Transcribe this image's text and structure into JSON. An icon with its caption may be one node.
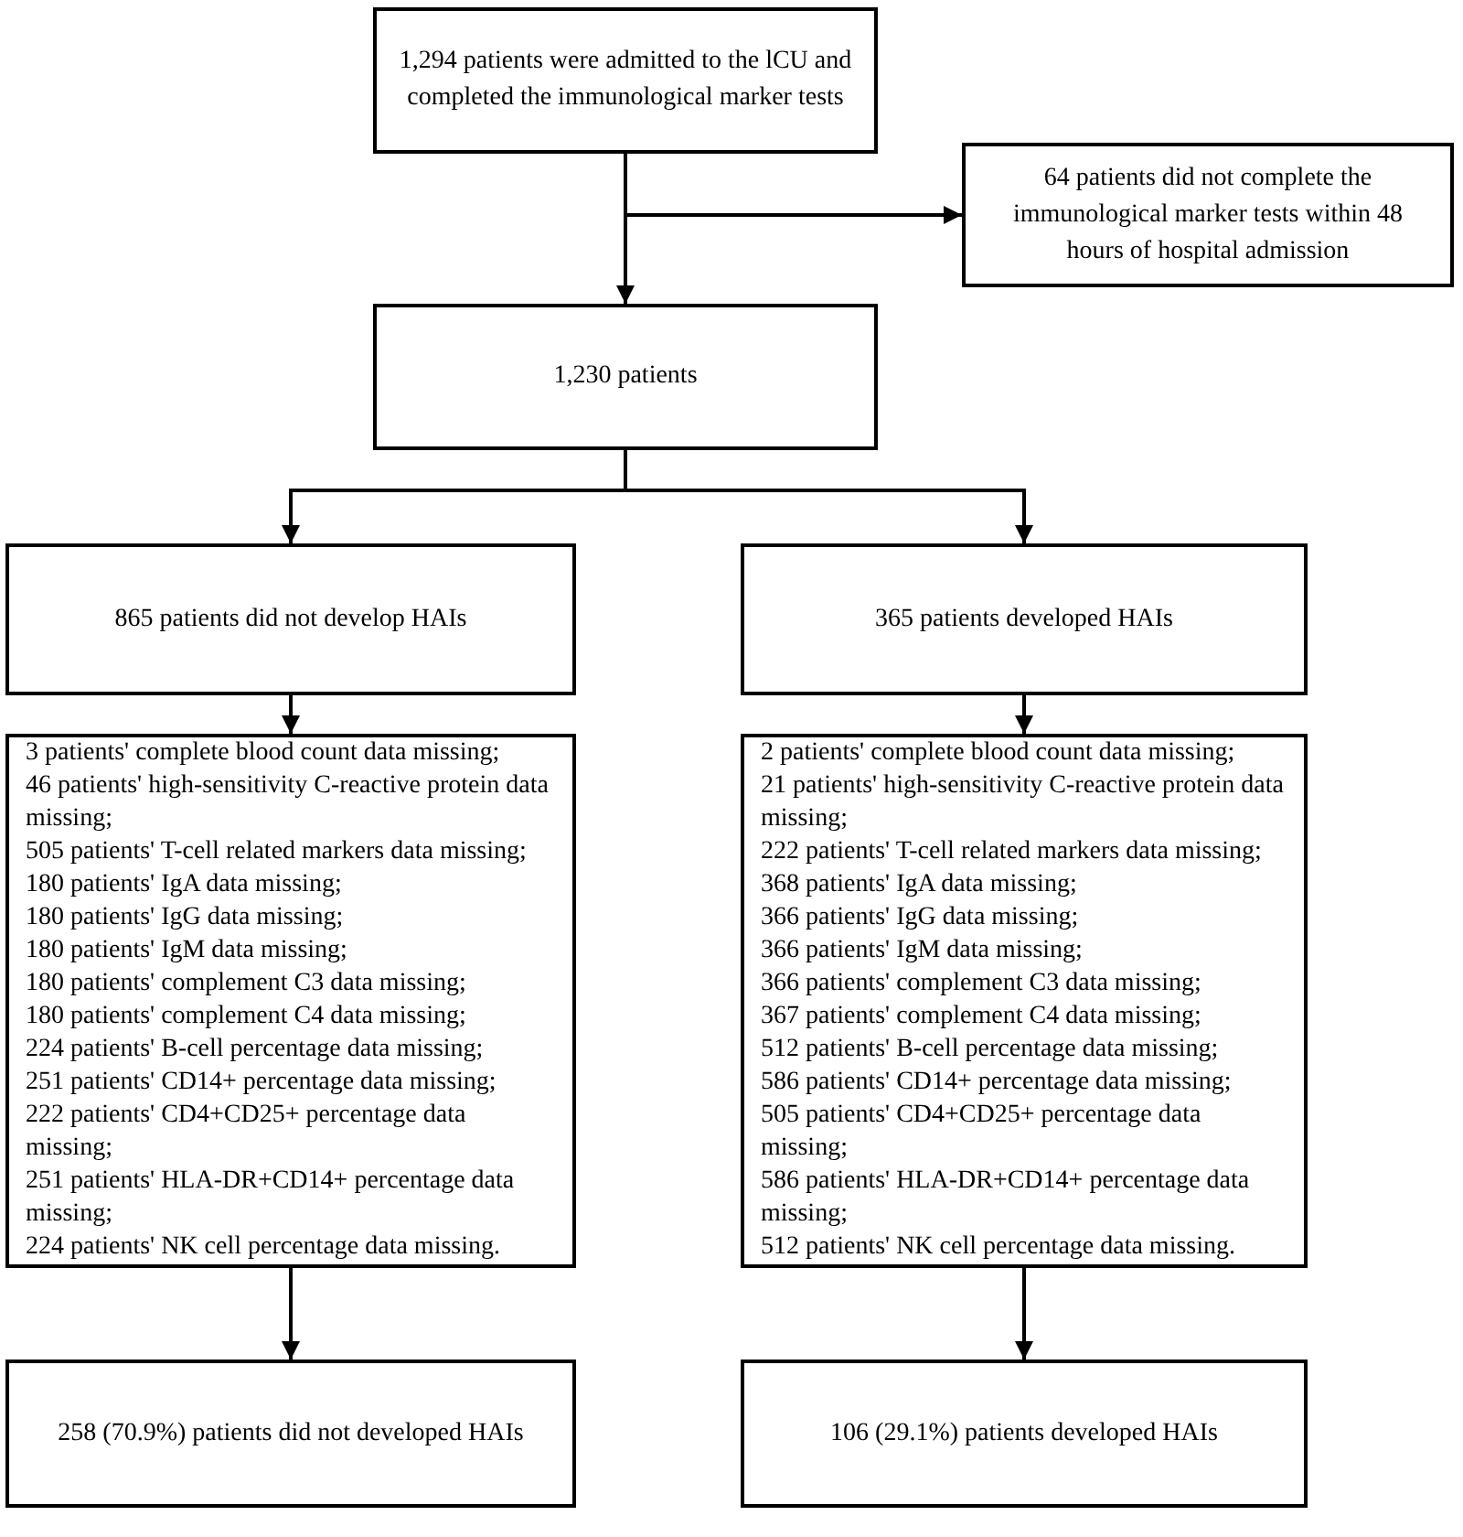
{
  "diagram": {
    "nodes": [
      {
        "text": [
          "1,294 patients were admitted to the lCU and completed the immunological marker tests"
        ]
      },
      {
        "text": [
          "64 patients did not complete the immunological marker tests within 48 hours of hospital admission"
        ]
      },
      {
        "text": [
          "1,230 patients"
        ]
      },
      {
        "text": [
          "865 patients did not develop HAIs"
        ]
      },
      {
        "text": [
          "365 patients developed HAIs"
        ]
      },
      {
        "text": [
          "3 patients' complete blood count data missing;",
          "46 patients' high-sensitivity C-reactive protein data missing;",
          "505 patients' T-cell related markers data missing;",
          "180 patients' IgA data missing;",
          "180 patients' IgG data missing;",
          "180 patients' IgM data missing;",
          "180 patients' complement C3 data missing;",
          "180 patients' complement C4 data missing;",
          "224 patients' B-cell percentage data missing;",
          "251 patients' CD14+ percentage data missing;",
          "222 patients' CD4+CD25+ percentage data missing;",
          "251 patients' HLA-DR+CD14+ percentage data missing;",
          "224 patients' NK cell percentage data missing."
        ]
      },
      {
        "text": [
          "2 patients' complete blood count data missing;",
          "21 patients' high-sensitivity C-reactive protein data missing;",
          "222 patients' T-cell related markers data missing;",
          "368 patients' IgA data missing;",
          "366 patients' IgG data missing;",
          "366 patients' IgM data missing;",
          "366 patients' complement C3 data missing;",
          "367 patients' complement C4 data missing;",
          "512 patients' B-cell percentage data missing;",
          "586 patients' CD14+ percentage data missing;",
          "505 patients' CD4+CD25+ percentage data missing;",
          "586 patients' HLA-DR+CD14+ percentage data missing;",
          "512 patients' NK cell percentage data missing."
        ]
      },
      {
        "text": [
          "258 (70.9%) patients did not developed HAIs"
        ]
      },
      {
        "text": [
          "106 (29.1%) patients developed HAIs"
        ]
      }
    ],
    "edges": [
      {
        "from": 0,
        "to": 2,
        "arrow": "to"
      },
      {
        "from": 0,
        "to": 1,
        "arrow": "to"
      },
      {
        "from": 2,
        "to": 3,
        "arrow": "to"
      },
      {
        "from": 2,
        "to": 4,
        "arrow": "to"
      },
      {
        "from": 3,
        "to": 5,
        "arrow": "to"
      },
      {
        "from": 4,
        "to": 6,
        "arrow": "to"
      },
      {
        "from": 5,
        "to": 7,
        "arrow": "to"
      },
      {
        "from": 6,
        "to": 8,
        "arrow": "to"
      }
    ]
  }
}
